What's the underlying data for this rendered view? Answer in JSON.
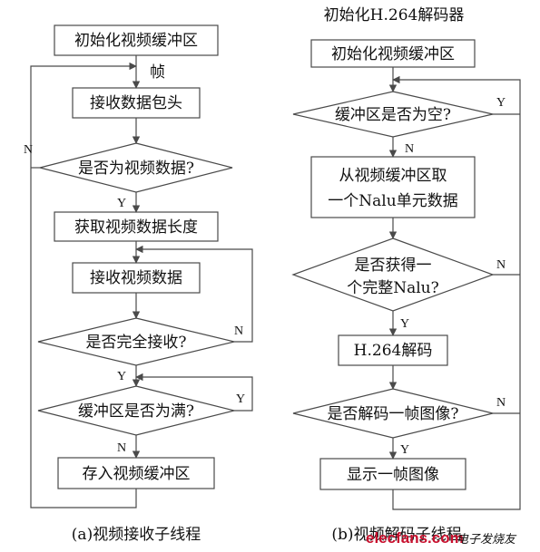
{
  "left": {
    "init": "初始化视频缓冲区",
    "frame": "帧",
    "recv_header": "接收数据包头",
    "is_video": "是否为视频数据?",
    "get_length": "获取视频数据长度",
    "recv_video": "接收视频数据",
    "recv_complete": "是否完全接收?",
    "buffer_full": "缓冲区是否为满?",
    "store": "存入视频缓冲区",
    "caption": "(a)视频接收子线程"
  },
  "right": {
    "title": "初始化H.264解码器",
    "init": "初始化视频缓冲区",
    "buffer_empty": "缓冲区是否为空?",
    "take_line1": "从视频缓冲区取",
    "take_line2": "一个Nalu单元数据",
    "got_line1": "是否获得一",
    "got_line2": "个完整Nalu?",
    "decode": "H.264解码",
    "decoded": "是否解码一帧图像?",
    "display": "显示一帧图像",
    "caption": "(b)视频解码子线程"
  },
  "labels": {
    "yes": "Y",
    "no": "N"
  },
  "watermark": {
    "text": "elecfans.com",
    "cn": "电子发烧友"
  },
  "colors": {
    "stroke": "#4a4a4a",
    "text": "#111111",
    "watermark_red": "#c8102e",
    "watermark_blue": "#1c3f94"
  }
}
